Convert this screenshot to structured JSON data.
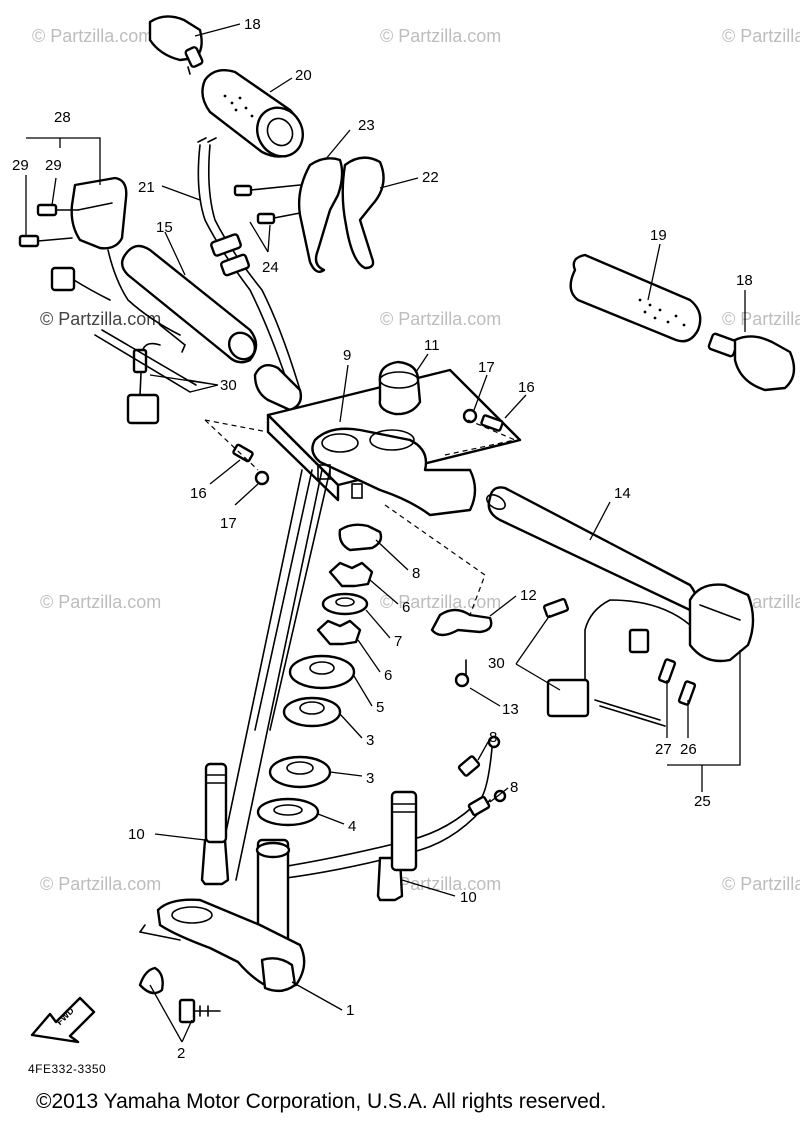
{
  "watermarks": [
    "© Partzilla.com",
    "© Partzilla.com",
    "© Partzilla.com",
    "© Partzilla.com",
    "© Partzilla.com",
    "© Partzilla.com",
    "© Partzilla.com",
    "© Partzilla.com",
    "© Partzilla.com",
    "© Partzilla.com",
    "© Partzilla.com",
    "© Partzilla.com"
  ],
  "callouts": {
    "c18a": "18",
    "c20": "20",
    "c28": "28",
    "c29a": "29",
    "c29b": "29",
    "c23": "23",
    "c22": "22",
    "c21": "21",
    "c15": "15",
    "c24": "24",
    "c19": "19",
    "c18b": "18",
    "c30a": "30",
    "c9": "9",
    "c11": "11",
    "c17a": "17",
    "c16a": "16",
    "c16b": "16",
    "c17b": "17",
    "c14": "14",
    "c8a": "8",
    "c6a": "6",
    "c7": "7",
    "c6b": "6",
    "c5": "5",
    "c3a": "3",
    "c3b": "3",
    "c4": "4",
    "c12": "12",
    "c30b": "30",
    "c13": "13",
    "c27": "27",
    "c26": "26",
    "c25": "25",
    "c8b": "8",
    "c8c": "8",
    "c10a": "10",
    "c10b": "10",
    "c1": "1",
    "c2": "2"
  },
  "fwd_label": "FWD",
  "diagram_code": "4FE332-3350",
  "copyright": "©2013  Yamaha Motor Corporation, U.S.A. All rights reserved."
}
